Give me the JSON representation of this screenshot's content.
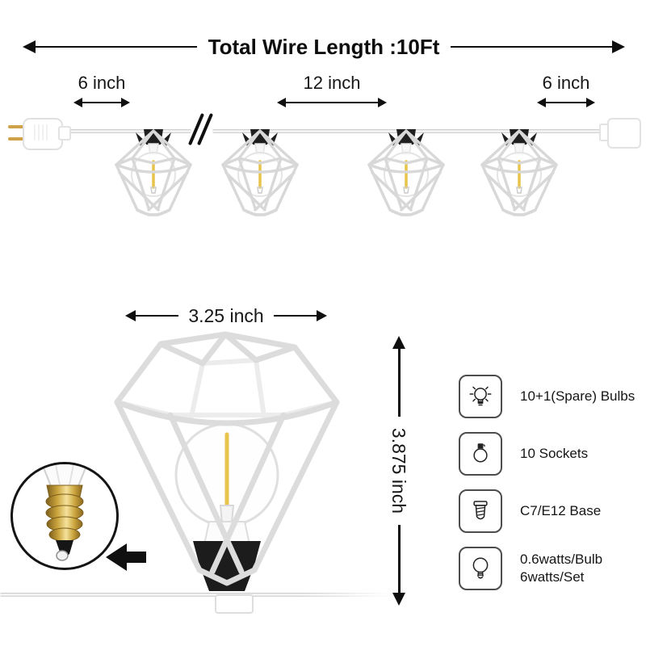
{
  "title": "Total Wire Length :10Ft",
  "wire_dimensions": {
    "plug_to_first_lamp": "6 inch",
    "between_lamps": "12 inch",
    "last_lamp_to_end": "6 inch"
  },
  "lamp_dimensions": {
    "width": "3.25 inch",
    "height": "3.875 inch"
  },
  "specs": [
    {
      "icon": "bulb-shine-icon",
      "lines": [
        "10+1(Spare) Bulbs"
      ]
    },
    {
      "icon": "bulb-socket-icon",
      "lines": [
        "10 Sockets"
      ]
    },
    {
      "icon": "screw-base-icon",
      "lines": [
        "C7/E12 Base"
      ]
    },
    {
      "icon": "bulb-watt-icon",
      "lines": [
        "0.6watts/Bulb",
        "6watts/Set"
      ]
    }
  ],
  "colors": {
    "dimension_text": "#111111",
    "filament_yellow": "#e8c44c",
    "cage_wire_gray": "#d8d8d8",
    "socket_black": "#1c1c1c",
    "brass_base_gold": "#caa43c",
    "prong_gold": "#cfa24a"
  }
}
